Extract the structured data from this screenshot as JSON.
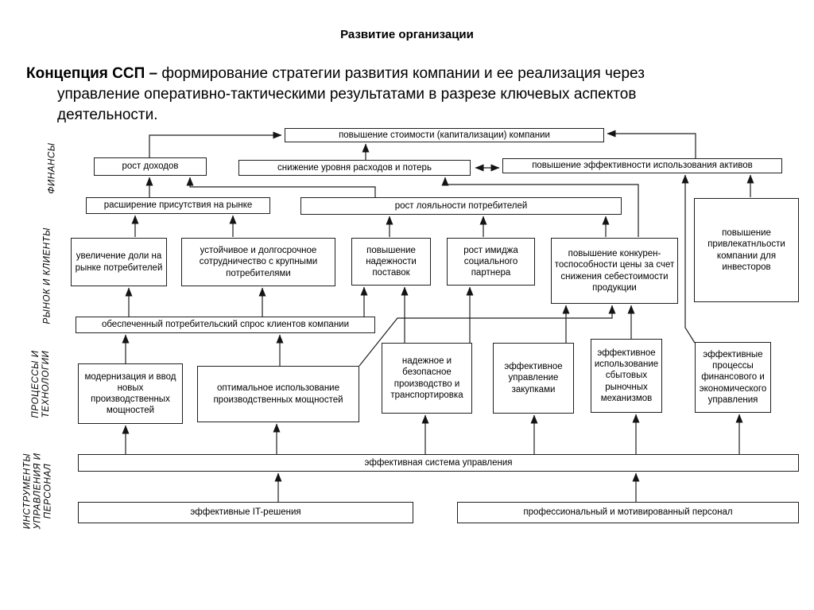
{
  "title": "Развитие организации",
  "intro": {
    "term": "Концепция ССП – ",
    "line1_rest": "формирование стратегии развития компании и ее реализация через",
    "line2": "управление оперативно-тактическими результатами в разрезе ключевых аспектов",
    "line3": "деятельности."
  },
  "sections": {
    "finance": "ФИНАНСЫ",
    "market": "РЫНОК И КЛИЕНТЫ",
    "process_line1": "ПРОЦЕССЫ И",
    "process_line2": "ТЕХНОЛОГИИ",
    "tools_line1": "ИНСТРУМЕНТЫ",
    "tools_line2": "УПРАВЛЕНИЯ И",
    "tools_line3": "ПЕРСОНАЛ"
  },
  "boxes": {
    "capitalization": "повышение стоимости (капитализации) компании",
    "income": "рост доходов",
    "costs": "снижение уровня расходов и потерь",
    "assets": "повышение эффективности использования активов",
    "expansion": "расширение присутствия на рынке",
    "loyalty": "рост лояльности потребителей",
    "market_share": "увеличение доли на рынке потребителей",
    "cooperation": "устойчивое и долгосрочное сотрудничество с крупными потребителями",
    "supply": "повышение надежности поставок",
    "image": "рост имиджа социального партнера",
    "price": "повышение конкурен- тоспособности цены за счет снижения себестоимости продукции",
    "investors": "повышение привлекатнльости компании для инвесторов",
    "demand": "обеспеченный потребительский спрос клиентов компании",
    "modernization": "модернизация и ввод новых производственных мощностей",
    "optimal_use": "оптимальное использование производственных мощностей",
    "reliable_production": "надежное и безопасное производство и транспортировка",
    "procurement": "эффективное управление закупками",
    "sales_mechanisms": "эффективное использование сбытовых рыночных механизмов",
    "fin_processes": "эффективные процессы финансового и экономического управления",
    "management_system": "эффективная система управления",
    "it_solutions": "эффективные IT-решения",
    "personnel": "профессиональный и мотивированный персонал"
  }
}
